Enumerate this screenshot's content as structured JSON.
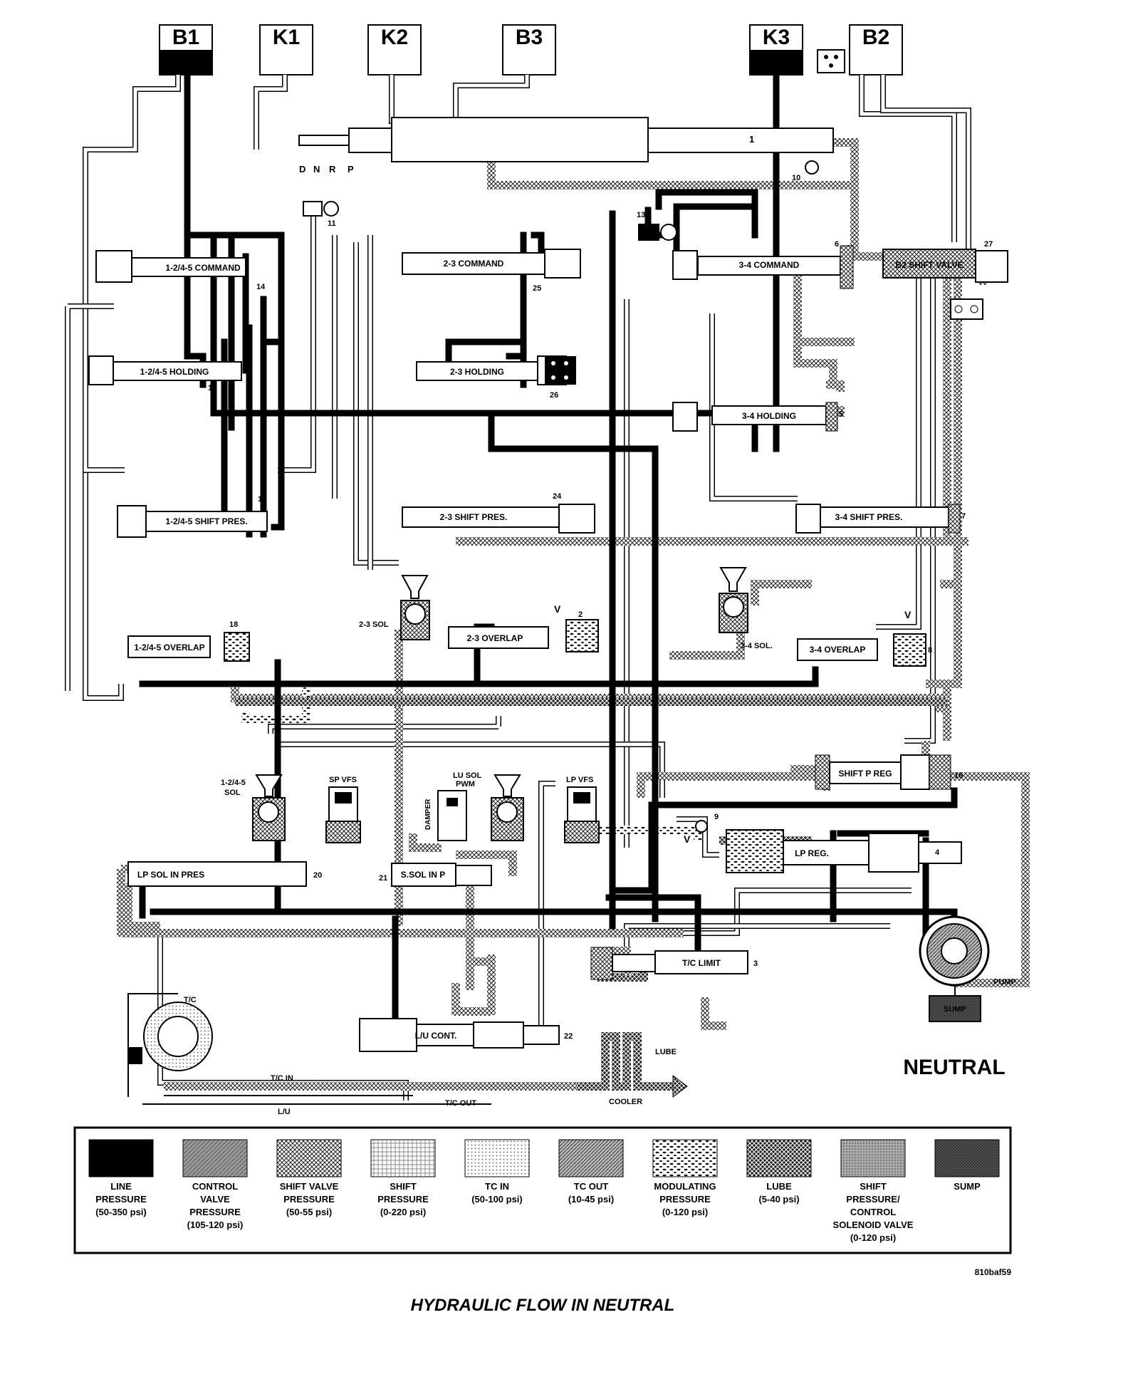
{
  "diagram": {
    "title": "HYDRAULIC FLOW IN NEUTRAL",
    "mode_label": "NEUTRAL",
    "figure_code": "810baf59",
    "clutches": [
      {
        "id": "B1",
        "label": "B1",
        "state": "applied"
      },
      {
        "id": "K1",
        "label": "K1",
        "state": "released"
      },
      {
        "id": "K2",
        "label": "K2",
        "state": "released"
      },
      {
        "id": "B3",
        "label": "B3",
        "state": "released"
      },
      {
        "id": "K3",
        "label": "K3",
        "state": "applied"
      },
      {
        "id": "B2",
        "label": "B2",
        "state": "released"
      }
    ],
    "manual_positions": [
      "D",
      "N",
      "R",
      "P"
    ],
    "valves": {
      "cmd_1245": "1-2/4-5 COMMAND",
      "cmd_23": "2-3 COMMAND",
      "cmd_34": "3-4 COMMAND",
      "b2_shift": "B2 SHIFT VALVE",
      "hold_1245": "1-2/4-5 HOLDING",
      "hold_23": "2-3 HOLDING",
      "hold_34": "3-4 HOLDING",
      "sp_1245": "1-2/4-5 SHIFT PRES.",
      "sp_23": "2-3 SHIFT PRES.",
      "sp_34": "3-4 SHIFT PRES.",
      "ov_1245": "1-2/4-5 OVERLAP",
      "ov_23": "2-3 OVERLAP",
      "ov_34": "3-4 OVERLAP",
      "shift_p_reg": "SHIFT P REG",
      "lp_reg": "LP REG.",
      "lp_sol_in": "LP SOL IN PRES",
      "s_sol_in": "S.SOL IN P",
      "tc_limit": "T/C LIMIT",
      "lu_cont": "L/U CONT."
    },
    "solenoids": {
      "sol_23": "2-3 SOL",
      "sol_34": "3-4 SOL.",
      "sol_1245_a": "1-2/4-5",
      "sol_1245_b": "SOL",
      "sp_vfs": "SP VFS",
      "lu_sol_a": "LU SOL",
      "lu_sol_b": "PWM",
      "lp_vfs": "LP VFS",
      "damper": "DAMPER"
    },
    "components": {
      "tc": "T/C",
      "tc_in": "T/C IN",
      "tc_out": "T/C OUT",
      "lu": "L/U",
      "lube": "LUBE",
      "cooler": "COOLER",
      "pump": "PUMP",
      "sump": "SUMP"
    },
    "numbers": {
      "n1": "1",
      "n2": "2",
      "n3": "3",
      "n4": "4",
      "n5": "5",
      "n6": "6",
      "n7": "7",
      "n8": "8",
      "n9": "9",
      "n10": "10",
      "n11": "11",
      "n13": "13",
      "n14": "14",
      "n15": "15",
      "n16": "16",
      "n18": "18",
      "n19": "19",
      "n20": "20",
      "n21": "21",
      "n22": "22",
      "n24": "24",
      "n25": "25",
      "n26": "26",
      "n27": "27"
    },
    "legend": [
      {
        "l1": "LINE",
        "l2": "PRESSURE",
        "l3": "(50-350 psi)",
        "l4": "",
        "l5": ""
      },
      {
        "l1": "CONTROL",
        "l2": "VALVE",
        "l3": "PRESSURE",
        "l4": "(105-120 psi)",
        "l5": ""
      },
      {
        "l1": "SHIFT VALVE",
        "l2": "PRESSURE",
        "l3": "(50-55 psi)",
        "l4": "",
        "l5": ""
      },
      {
        "l1": "SHIFT",
        "l2": "PRESSURE",
        "l3": "(0-220 psi)",
        "l4": "",
        "l5": ""
      },
      {
        "l1": "TC IN",
        "l2": "(50-100 psi)",
        "l3": "",
        "l4": "",
        "l5": ""
      },
      {
        "l1": "TC OUT",
        "l2": "(10-45 psi)",
        "l3": "",
        "l4": "",
        "l5": ""
      },
      {
        "l1": "MODULATING",
        "l2": "PRESSURE",
        "l3": "(0-120 psi)",
        "l4": "",
        "l5": ""
      },
      {
        "l1": "LUBE",
        "l2": "(5-40 psi)",
        "l3": "",
        "l4": "",
        "l5": ""
      },
      {
        "l1": "SHIFT",
        "l2": "PRESSURE/",
        "l3": "CONTROL",
        "l4": "SOLENOID VALVE",
        "l5": "(0-120 psi)"
      },
      {
        "l1": "SUMP",
        "l2": "",
        "l3": "",
        "l4": "",
        "l5": ""
      }
    ]
  }
}
